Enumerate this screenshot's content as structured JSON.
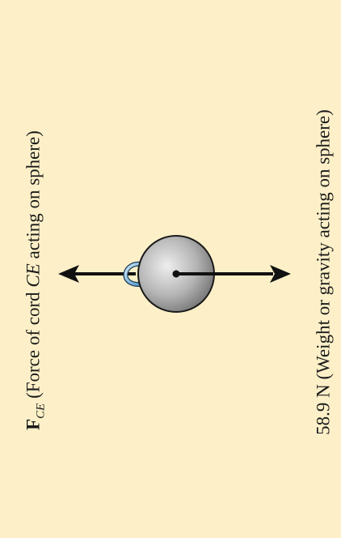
{
  "figure": {
    "background": "#fdf0c8",
    "sphere_color": "#a8a8a8",
    "ring_color": "#7ab6e0",
    "arrow_color": "#111111"
  },
  "labels": {
    "fce": {
      "symbol": "F",
      "subscript": "CE",
      "text_before": "(Force of cord ",
      "cord": "CE",
      "text_after": " acting on sphere)"
    },
    "weight": {
      "text": "58.9 N (Weight or gravity acting on sphere)"
    }
  }
}
